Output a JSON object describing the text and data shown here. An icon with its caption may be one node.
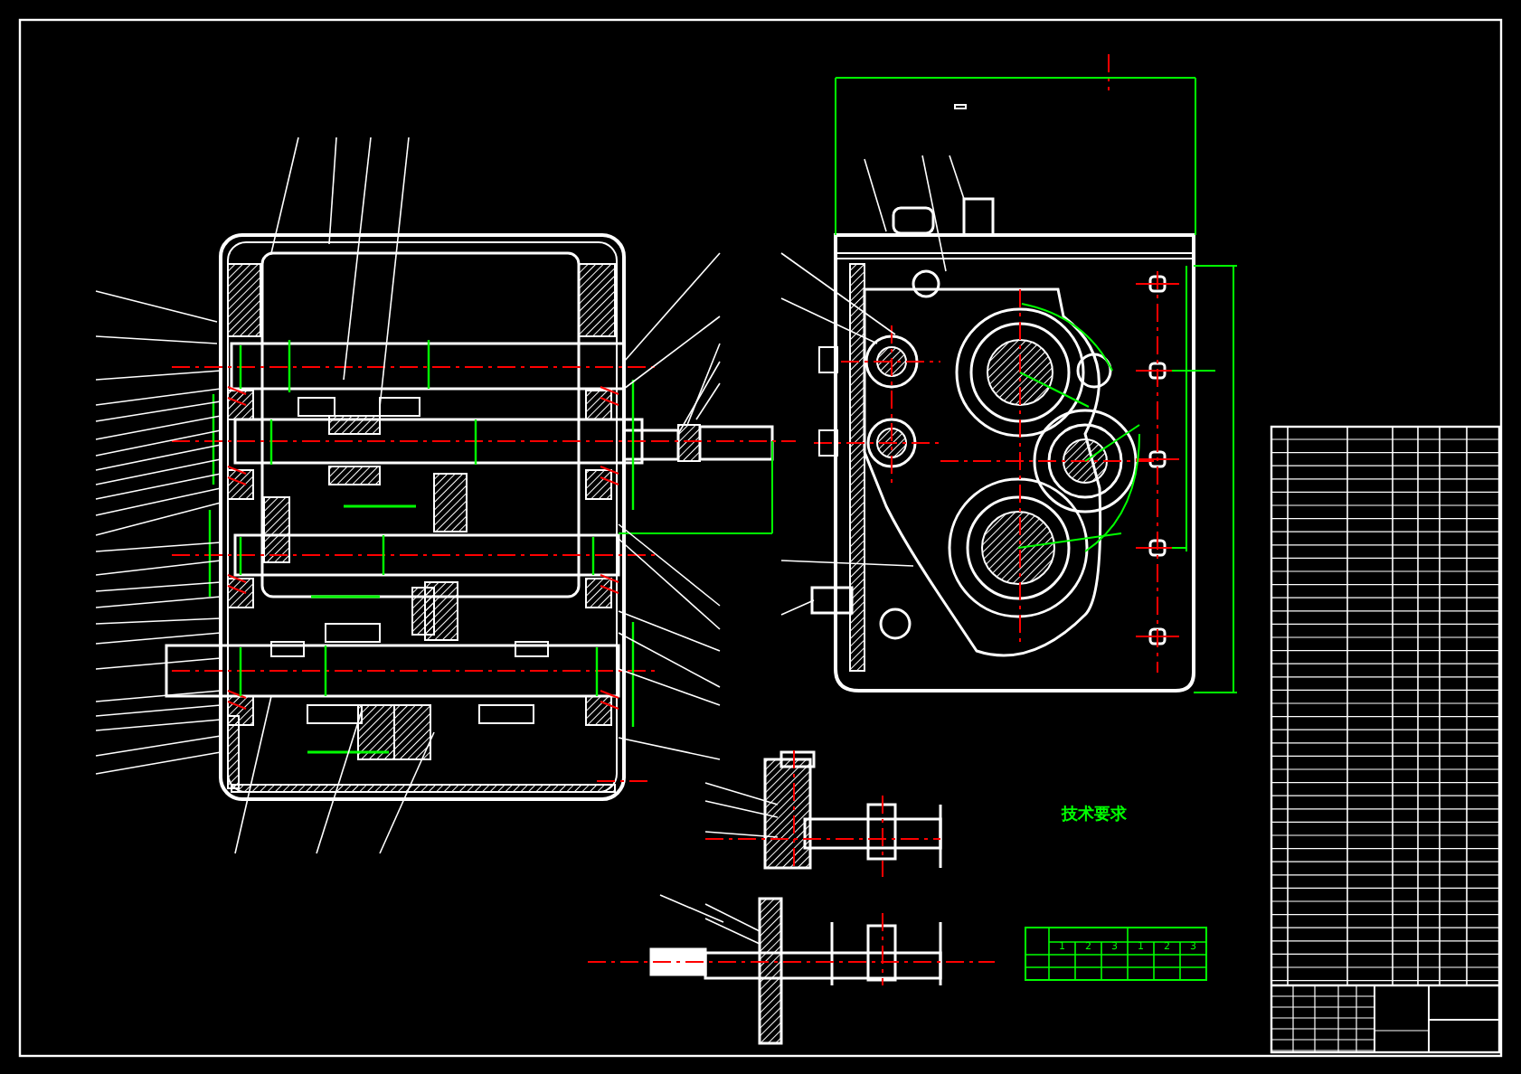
{
  "diagram": {
    "labels": [
      "技术要求",
      "1",
      "2",
      "3",
      "1",
      "2",
      "3"
    ]
  }
}
